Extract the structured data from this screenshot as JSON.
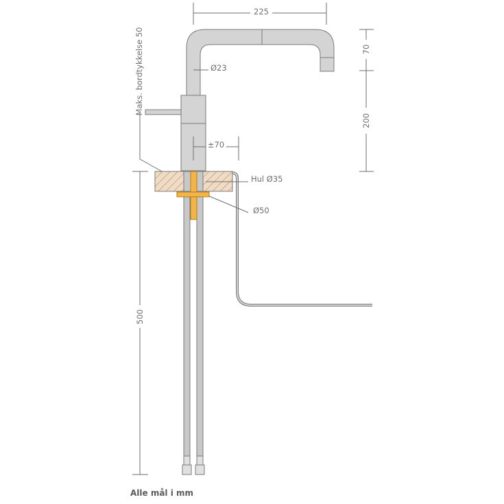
{
  "dimensions": {
    "spout_reach": "225",
    "spout_drop": "70",
    "spout_height": "200",
    "pipe_diameter": "Ø23",
    "body_offset": "±70",
    "hole": "Hul Ø35",
    "washer": "Ø50",
    "hose_length": "500",
    "max_counter_thickness": "Maks. bordtykkelse 50"
  },
  "footer": "Alle mål i mm",
  "colors": {
    "steel": "#d4d4d4",
    "outline": "#7a7a7a",
    "wood": "#f0dcc6",
    "brass": "#f2b54a",
    "dim_line": "#6e6e6e"
  }
}
